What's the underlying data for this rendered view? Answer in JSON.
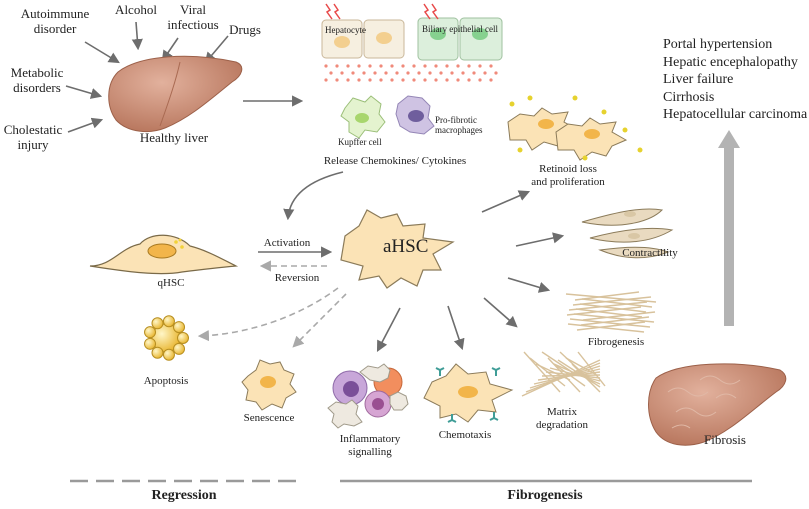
{
  "causes": {
    "autoimmune": "Autoimmune\ndisorder",
    "alcohol": "Alcohol",
    "viral": "Viral\ninfectious",
    "drugs": "Drugs",
    "metabolic": "Metabolic\ndisorders",
    "cholestatic": "Cholestatic\ninjury"
  },
  "liver": {
    "healthy": "Healthy liver",
    "fibrosis": "Fibrosis"
  },
  "cells": {
    "hepatocyte": "Hepatocyte",
    "biliary": "Biliary epithelial cell",
    "kupffer": "Kupffer cell",
    "profibrotic": "Pro-fibrotic\nmacrophages",
    "release": "Release Chemokines/ Cytokines",
    "qhsc": "qHSC",
    "ahsc": "aHSC"
  },
  "transitions": {
    "activation": "Activation",
    "reversion": "Reversion"
  },
  "effects": {
    "retinoid": "Retinoid loss\nand proliferation",
    "contractility": "Contractllity",
    "fibrogenesis": "Fibrogenesis",
    "matrix": "Matrix\ndegradation",
    "chemotaxis": "Chemotaxis",
    "inflammatory": "Inflammatory\nsignalling",
    "senescence": "Senescence",
    "apoptosis": "Apoptosis"
  },
  "outcomes": [
    "Portal hypertension",
    "Hepatic encephalopathy",
    "Liver failure",
    "Cirrhosis",
    "Hepatocellular carcinoma"
  ],
  "footer": {
    "regression": "Regression",
    "fibrogenesis": "Fibrogenesis"
  },
  "colors": {
    "arrow": "#6d6d6d",
    "liver": "#c98f77",
    "stellate": "#fbe3b6",
    "nucleus": "#f2c36b",
    "dashed": "#a9a9a9"
  }
}
